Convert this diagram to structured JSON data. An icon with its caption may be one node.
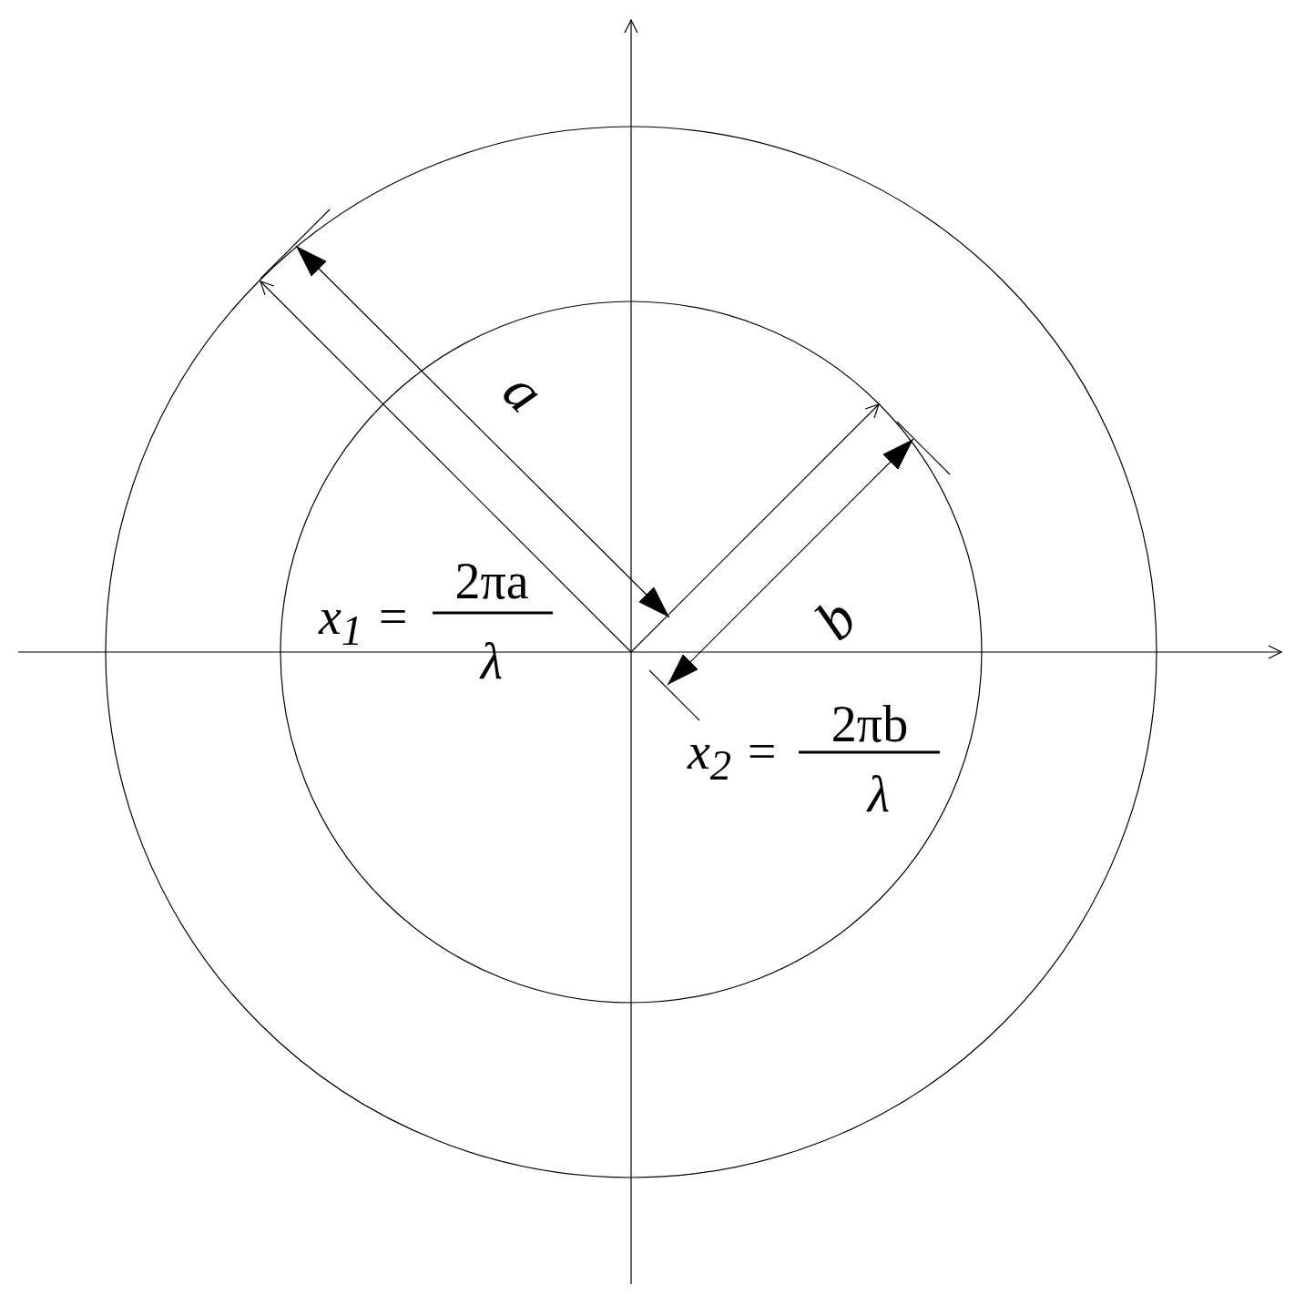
{
  "diagram": {
    "labels": [
      "a",
      "x$_{1}$ =",
      "2πa",
      "λ",
      "b",
      "x$_{2}$ =",
      "2πb",
      "λ"
    ]
  }
}
